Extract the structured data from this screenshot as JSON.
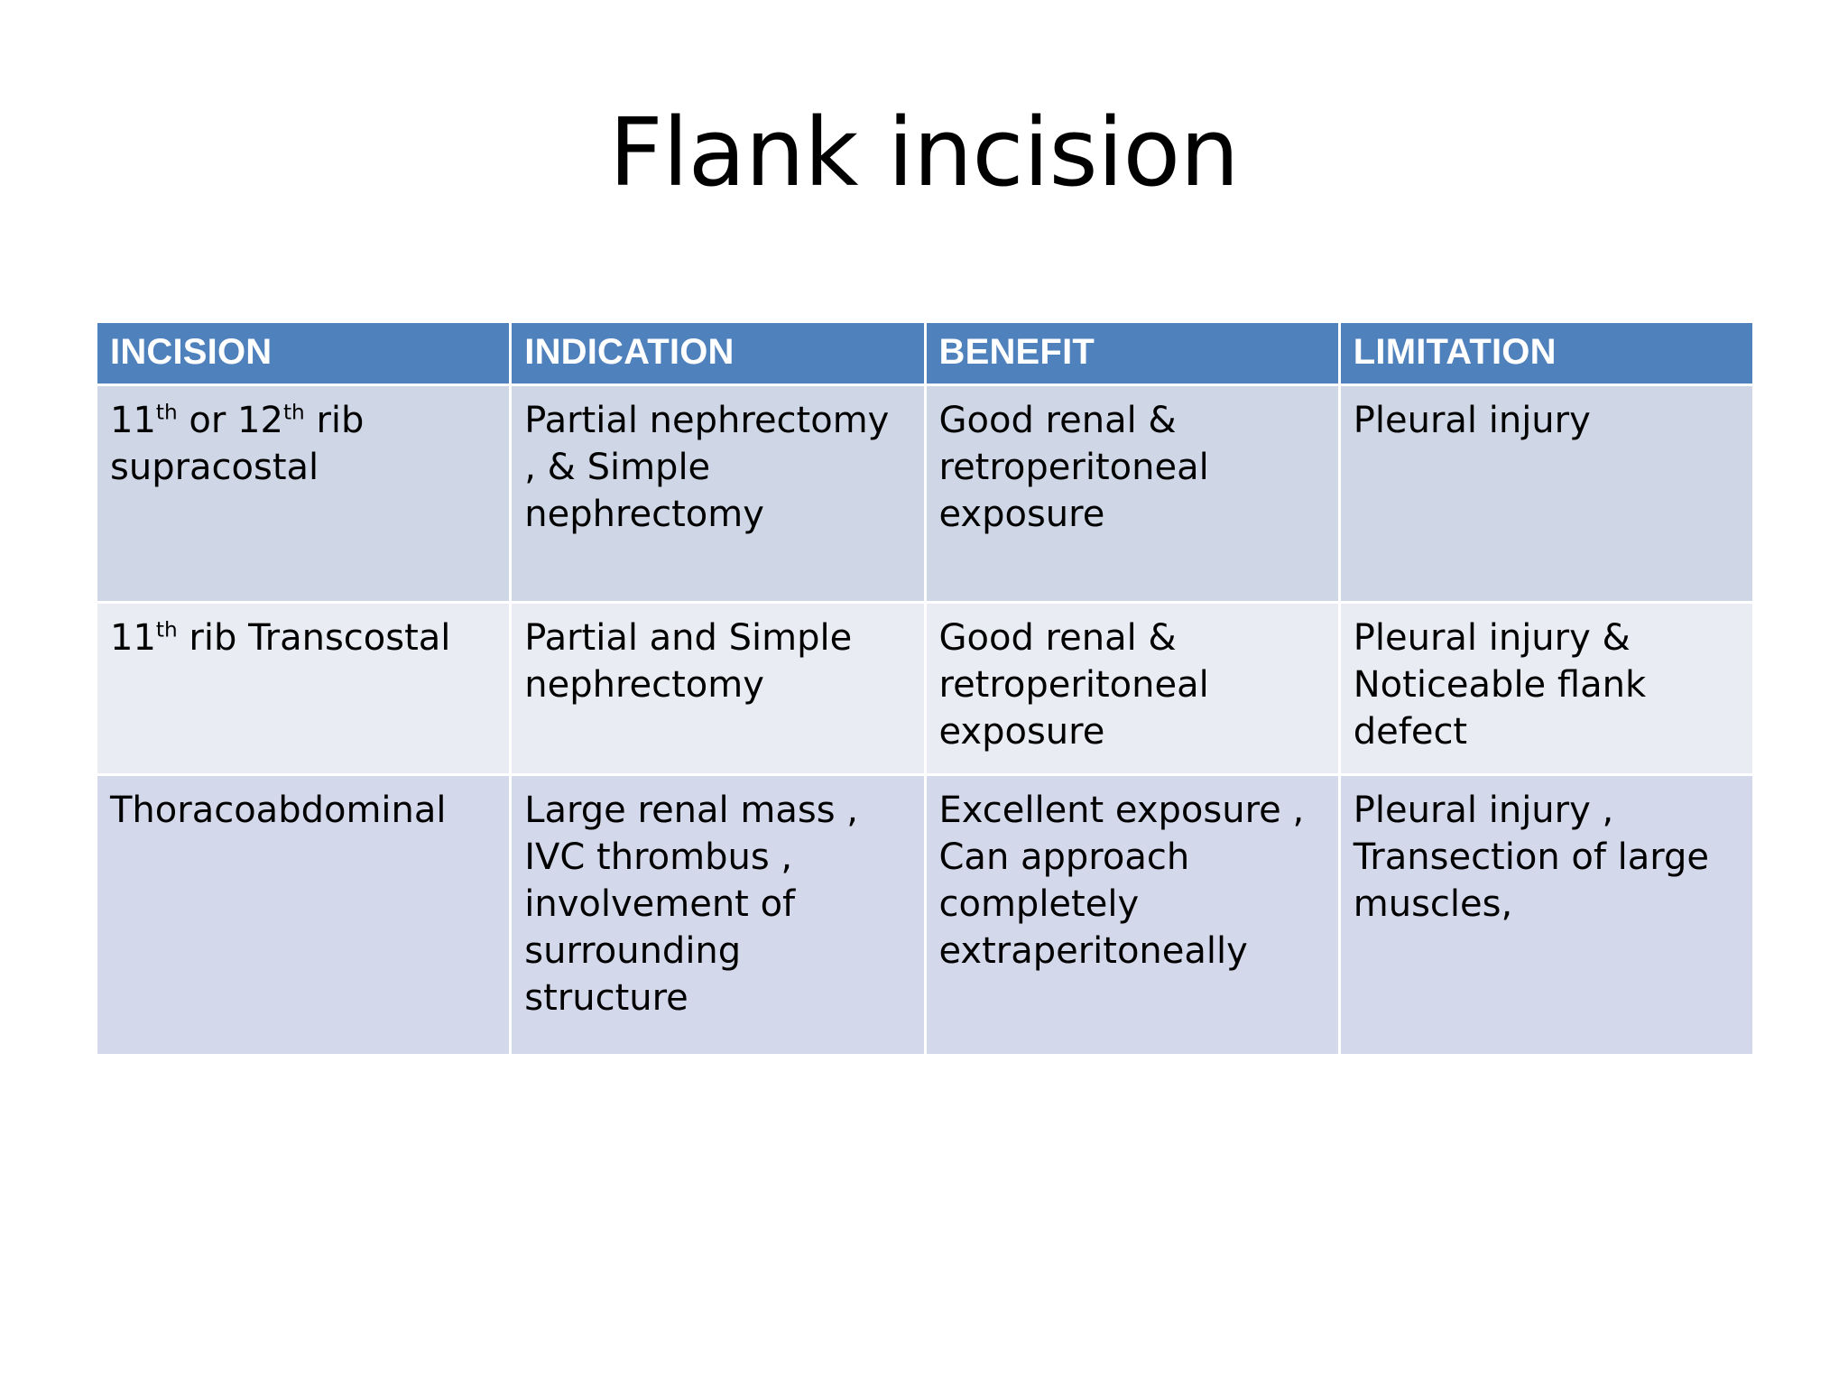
{
  "slide": {
    "title": "Flank incision",
    "background_color": "#FFFFFF"
  },
  "table": {
    "header_bg": "#4F81BD",
    "header_text_color": "#FFFFFF",
    "row_colors": [
      "#CFD7E6",
      "#EAECF4",
      "#D3D8EA"
    ],
    "columns": [
      {
        "key": "incision",
        "label": "INCISION"
      },
      {
        "key": "indication",
        "label": "INDICATION"
      },
      {
        "key": "benefit",
        "label": "BENEFIT"
      },
      {
        "key": "limitation",
        "label": "LIMITATION"
      }
    ],
    "rows": [
      {
        "incision_pre": "11",
        "incision_sup1": "th",
        "incision_mid": " or 12",
        "incision_sup2": "th",
        "incision_post": " rib supracostal",
        "incision_plain": "11th or 12th rib supracostal",
        "indication": "Partial nephrectomy , & Simple nephrectomy",
        "benefit": "Good renal & retroperitoneal exposure",
        "limitation": "Pleural injury"
      },
      {
        "incision_pre": "11",
        "incision_sup1": "th",
        "incision_post": " rib Transcostal",
        "incision_plain": "11th rib Transcostal",
        "indication": "Partial and Simple nephrectomy",
        "benefit": "Good renal & retroperitoneal exposure",
        "limitation": "Pleural injury & Noticeable flank defect"
      },
      {
        "incision_plain": "Thoracoabdominal",
        "indication": "Large renal mass , IVC thrombus , involvement of surrounding structure",
        "benefit": "Excellent exposure , Can approach completely extraperitoneally",
        "limitation": "Pleural injury , Transection of large muscles,"
      }
    ]
  }
}
